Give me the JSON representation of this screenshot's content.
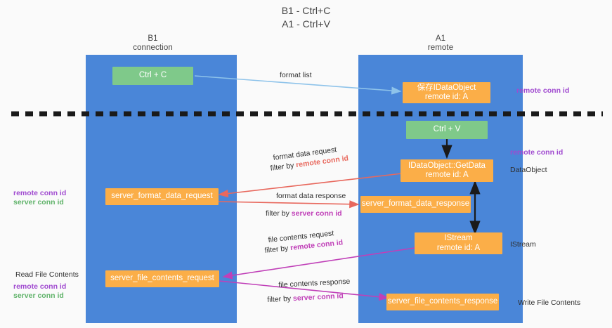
{
  "title": {
    "line1": "B1 - Ctrl+C",
    "line2": "A1 - Ctrl+V"
  },
  "lanes": [
    {
      "name": "b1",
      "title_line1": "B1",
      "title_line2": "connection",
      "color": "#4a86d8"
    },
    {
      "name": "a1",
      "title_line1": "A1",
      "title_line2": "remote",
      "color": "#4a86d8"
    }
  ],
  "nodes": {
    "ctrl_c": {
      "line1": "Ctrl + C",
      "line2": "",
      "color": "#7fc98a"
    },
    "save_idataobject": {
      "line1": "保存IDataObject",
      "line2": "remote id: A",
      "color": "#fbae48"
    },
    "ctrl_v": {
      "line1": "Ctrl + V",
      "line2": "",
      "color": "#7fc98a"
    },
    "getdata": {
      "line1": "IDataObject::GetData",
      "line2": "remote id: A",
      "color": "#fbae48"
    },
    "server_format_data_request": {
      "line1": "server_format_data_request",
      "line2": "",
      "color": "#fbae48"
    },
    "server_format_data_response": {
      "line1": "server_format_data_response",
      "line2": "",
      "color": "#fbae48"
    },
    "istream": {
      "line1": "IStream",
      "line2": "remote id: A",
      "color": "#fbae48"
    },
    "server_file_contents_request": {
      "line1": "server_file_contents_request",
      "line2": "",
      "color": "#fbae48"
    },
    "server_file_contents_response": {
      "line1": "server_file_contents_response",
      "line2": "",
      "color": "#fbae48"
    }
  },
  "edge_labels": {
    "format_list": "format list",
    "format_data_request": "format data request",
    "format_data_request_filter_prefix": "filter by ",
    "format_data_request_filter_key": "remote conn id",
    "format_data_response": "format data response",
    "format_data_response_filter_prefix": "filter by ",
    "format_data_response_filter_key": "server conn id",
    "file_contents_request": "file contents request",
    "file_contents_request_filter_prefix": "filter by ",
    "file_contents_request_filter_key": "remote conn id",
    "file_contents_response": "file contents response",
    "file_contents_response_filter_prefix": "filter by ",
    "file_contents_response_filter_key": "server conn id"
  },
  "side_labels": {
    "right_remote_conn_id_top": "remote conn id",
    "right_remote_conn_id_mid": "remote conn id",
    "right_dataobject": "DataObject",
    "right_istream": "IStream",
    "right_write_file_contents": "Write File Contents",
    "left_remote_conn_id_mid": "remote conn id",
    "left_server_conn_id_mid": "server conn id",
    "left_read_file_contents": "Read File Contents",
    "left_remote_conn_id_bottom": "remote conn id",
    "left_server_conn_id_bottom": "server conn id"
  },
  "colors": {
    "lane_blue": "#4a86d8",
    "node_green": "#7fc98a",
    "node_orange": "#fbae48",
    "arrow_lightblue": "#8ec3ea",
    "arrow_red": "#e8685d",
    "arrow_magenta": "#c040b8",
    "arrow_black": "#1a1a1a",
    "divider_black": "#1a1a1a",
    "purple_text": "#a04ad0",
    "green_text": "#60b36a",
    "background": "#fafafa"
  }
}
